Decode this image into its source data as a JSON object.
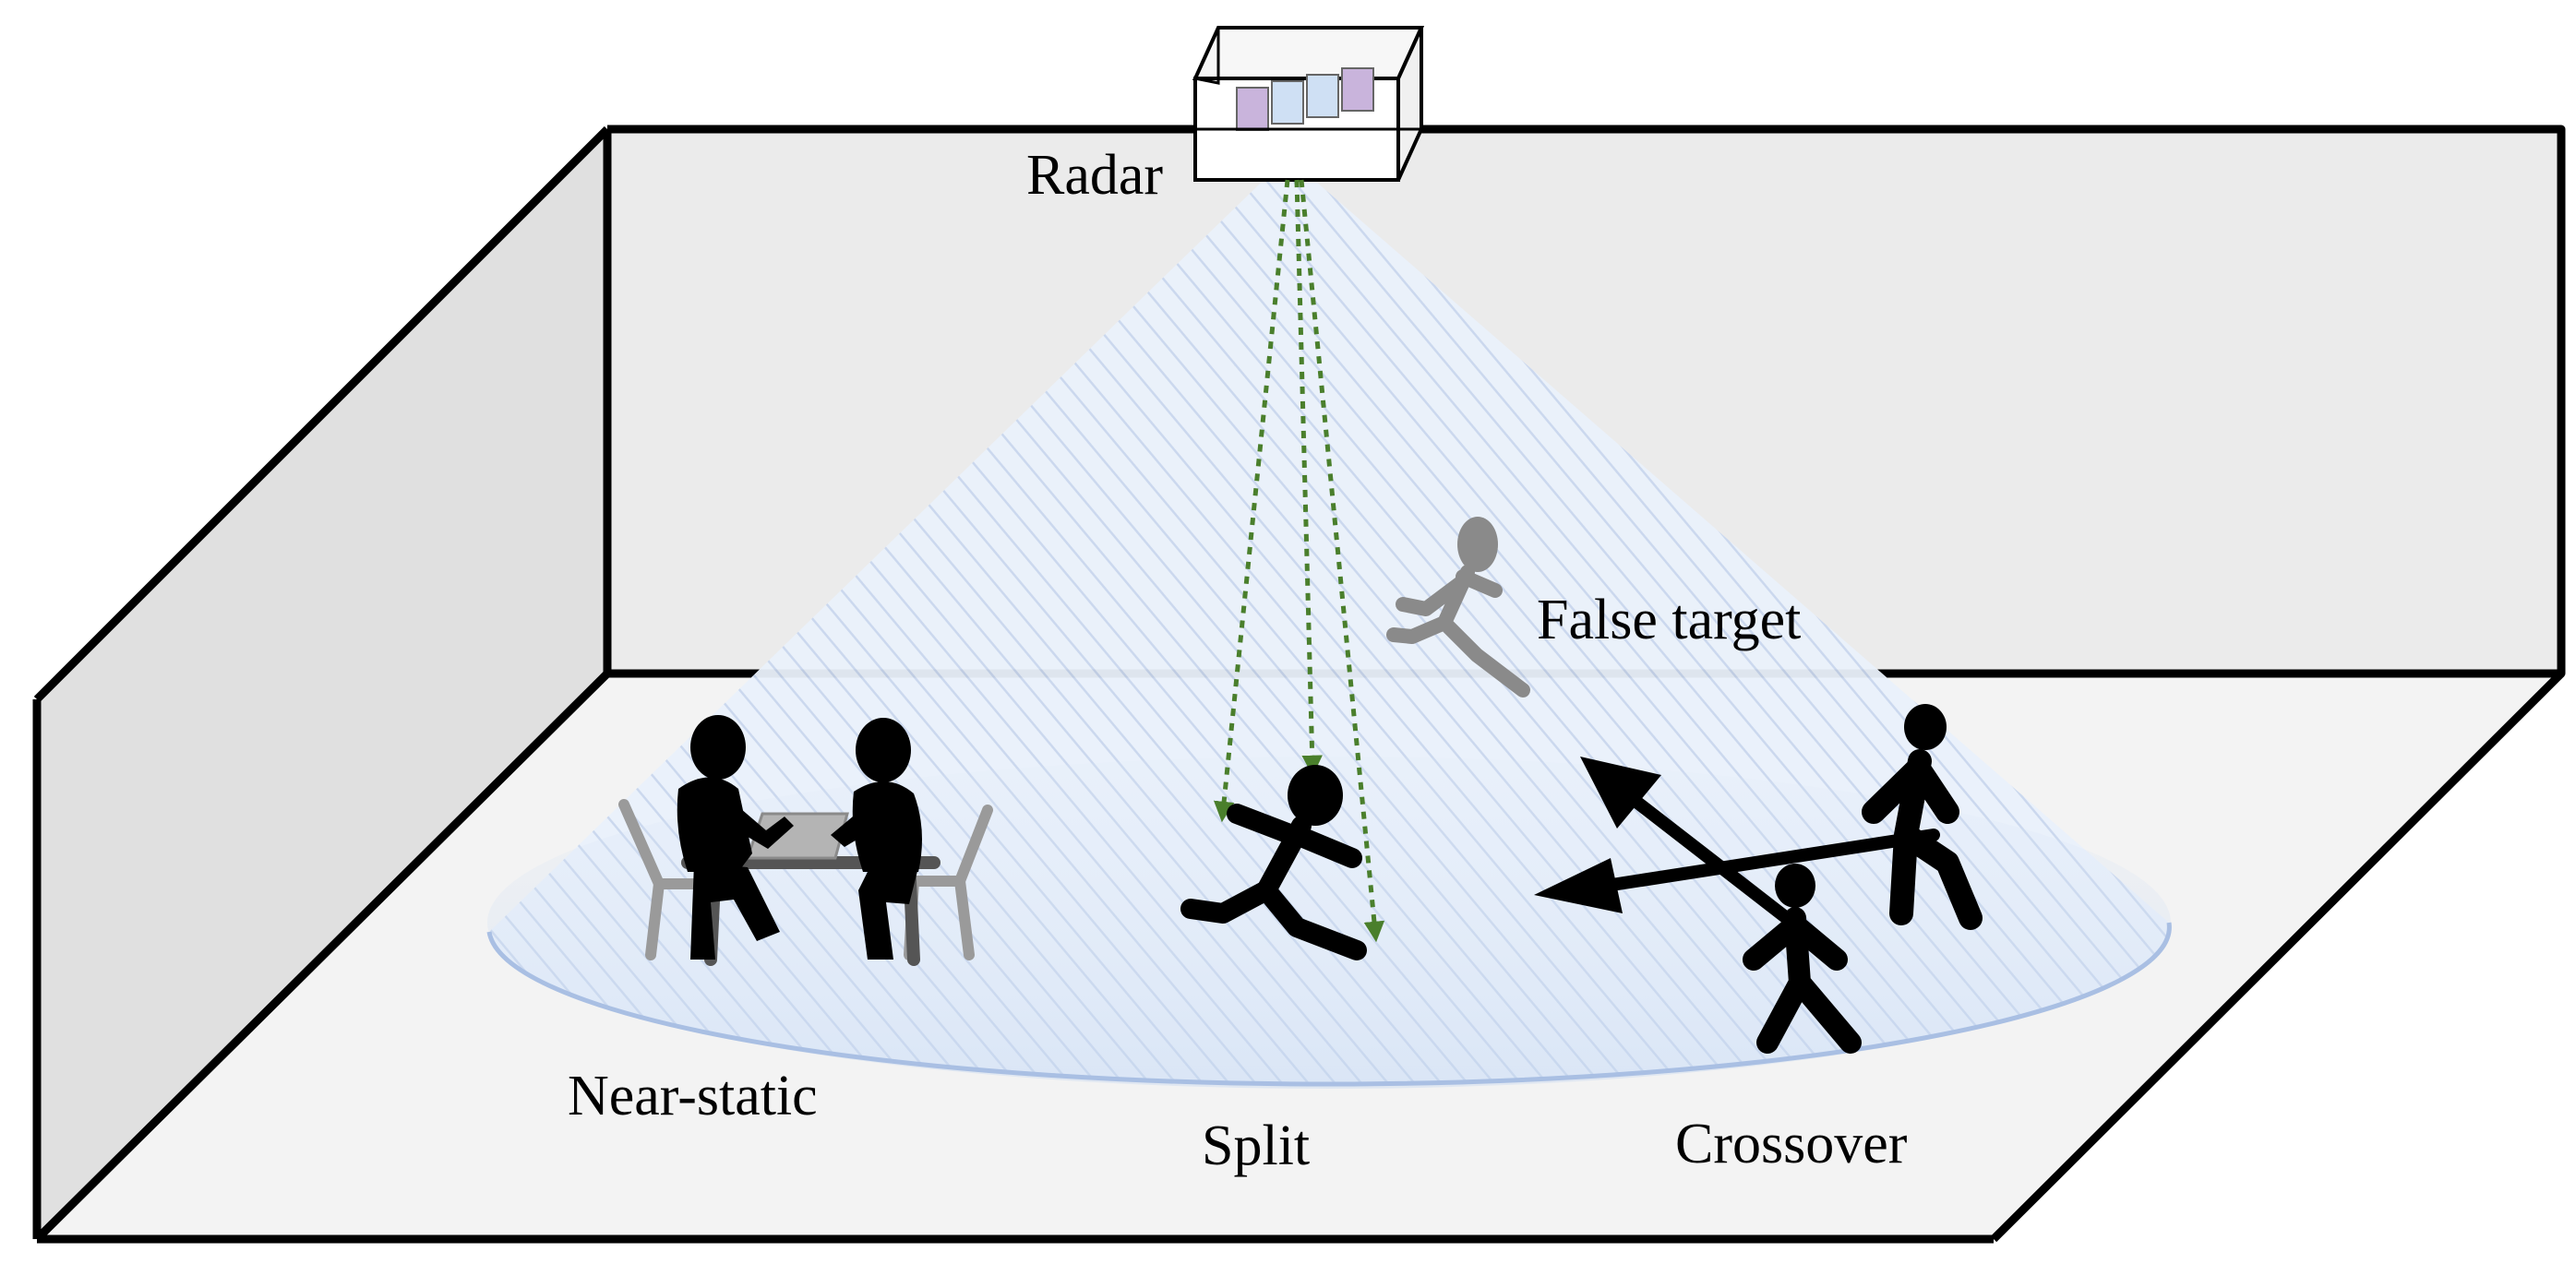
{
  "labels": {
    "radar": "Radar",
    "false_target": "False target",
    "near_static": "Near-static",
    "split": "Split",
    "crossover": "Crossover"
  },
  "colors": {
    "back_wall": "#ebebeb",
    "left_wall": "#e0e0e0",
    "floor": "#f3f3f3",
    "beam_fill": "#eaf1fb",
    "beam_hatch": "#c9d7ee",
    "beam_edge": "#a9bfe3",
    "figure": "#000000",
    "false_target_figure": "#8a8a8a",
    "chair": "#9a9a9a",
    "radar_path": "#4a7f2c",
    "antenna_a": "#c9b4dc",
    "antenna_b": "#cfe0f4"
  },
  "icons": {
    "radar": "radar-device-icon",
    "near_static": "seated-people-table-icon",
    "split": "running-person-icon",
    "false_target": "ghost-runner-icon",
    "crossover": "walking-people-crossing-icon"
  }
}
